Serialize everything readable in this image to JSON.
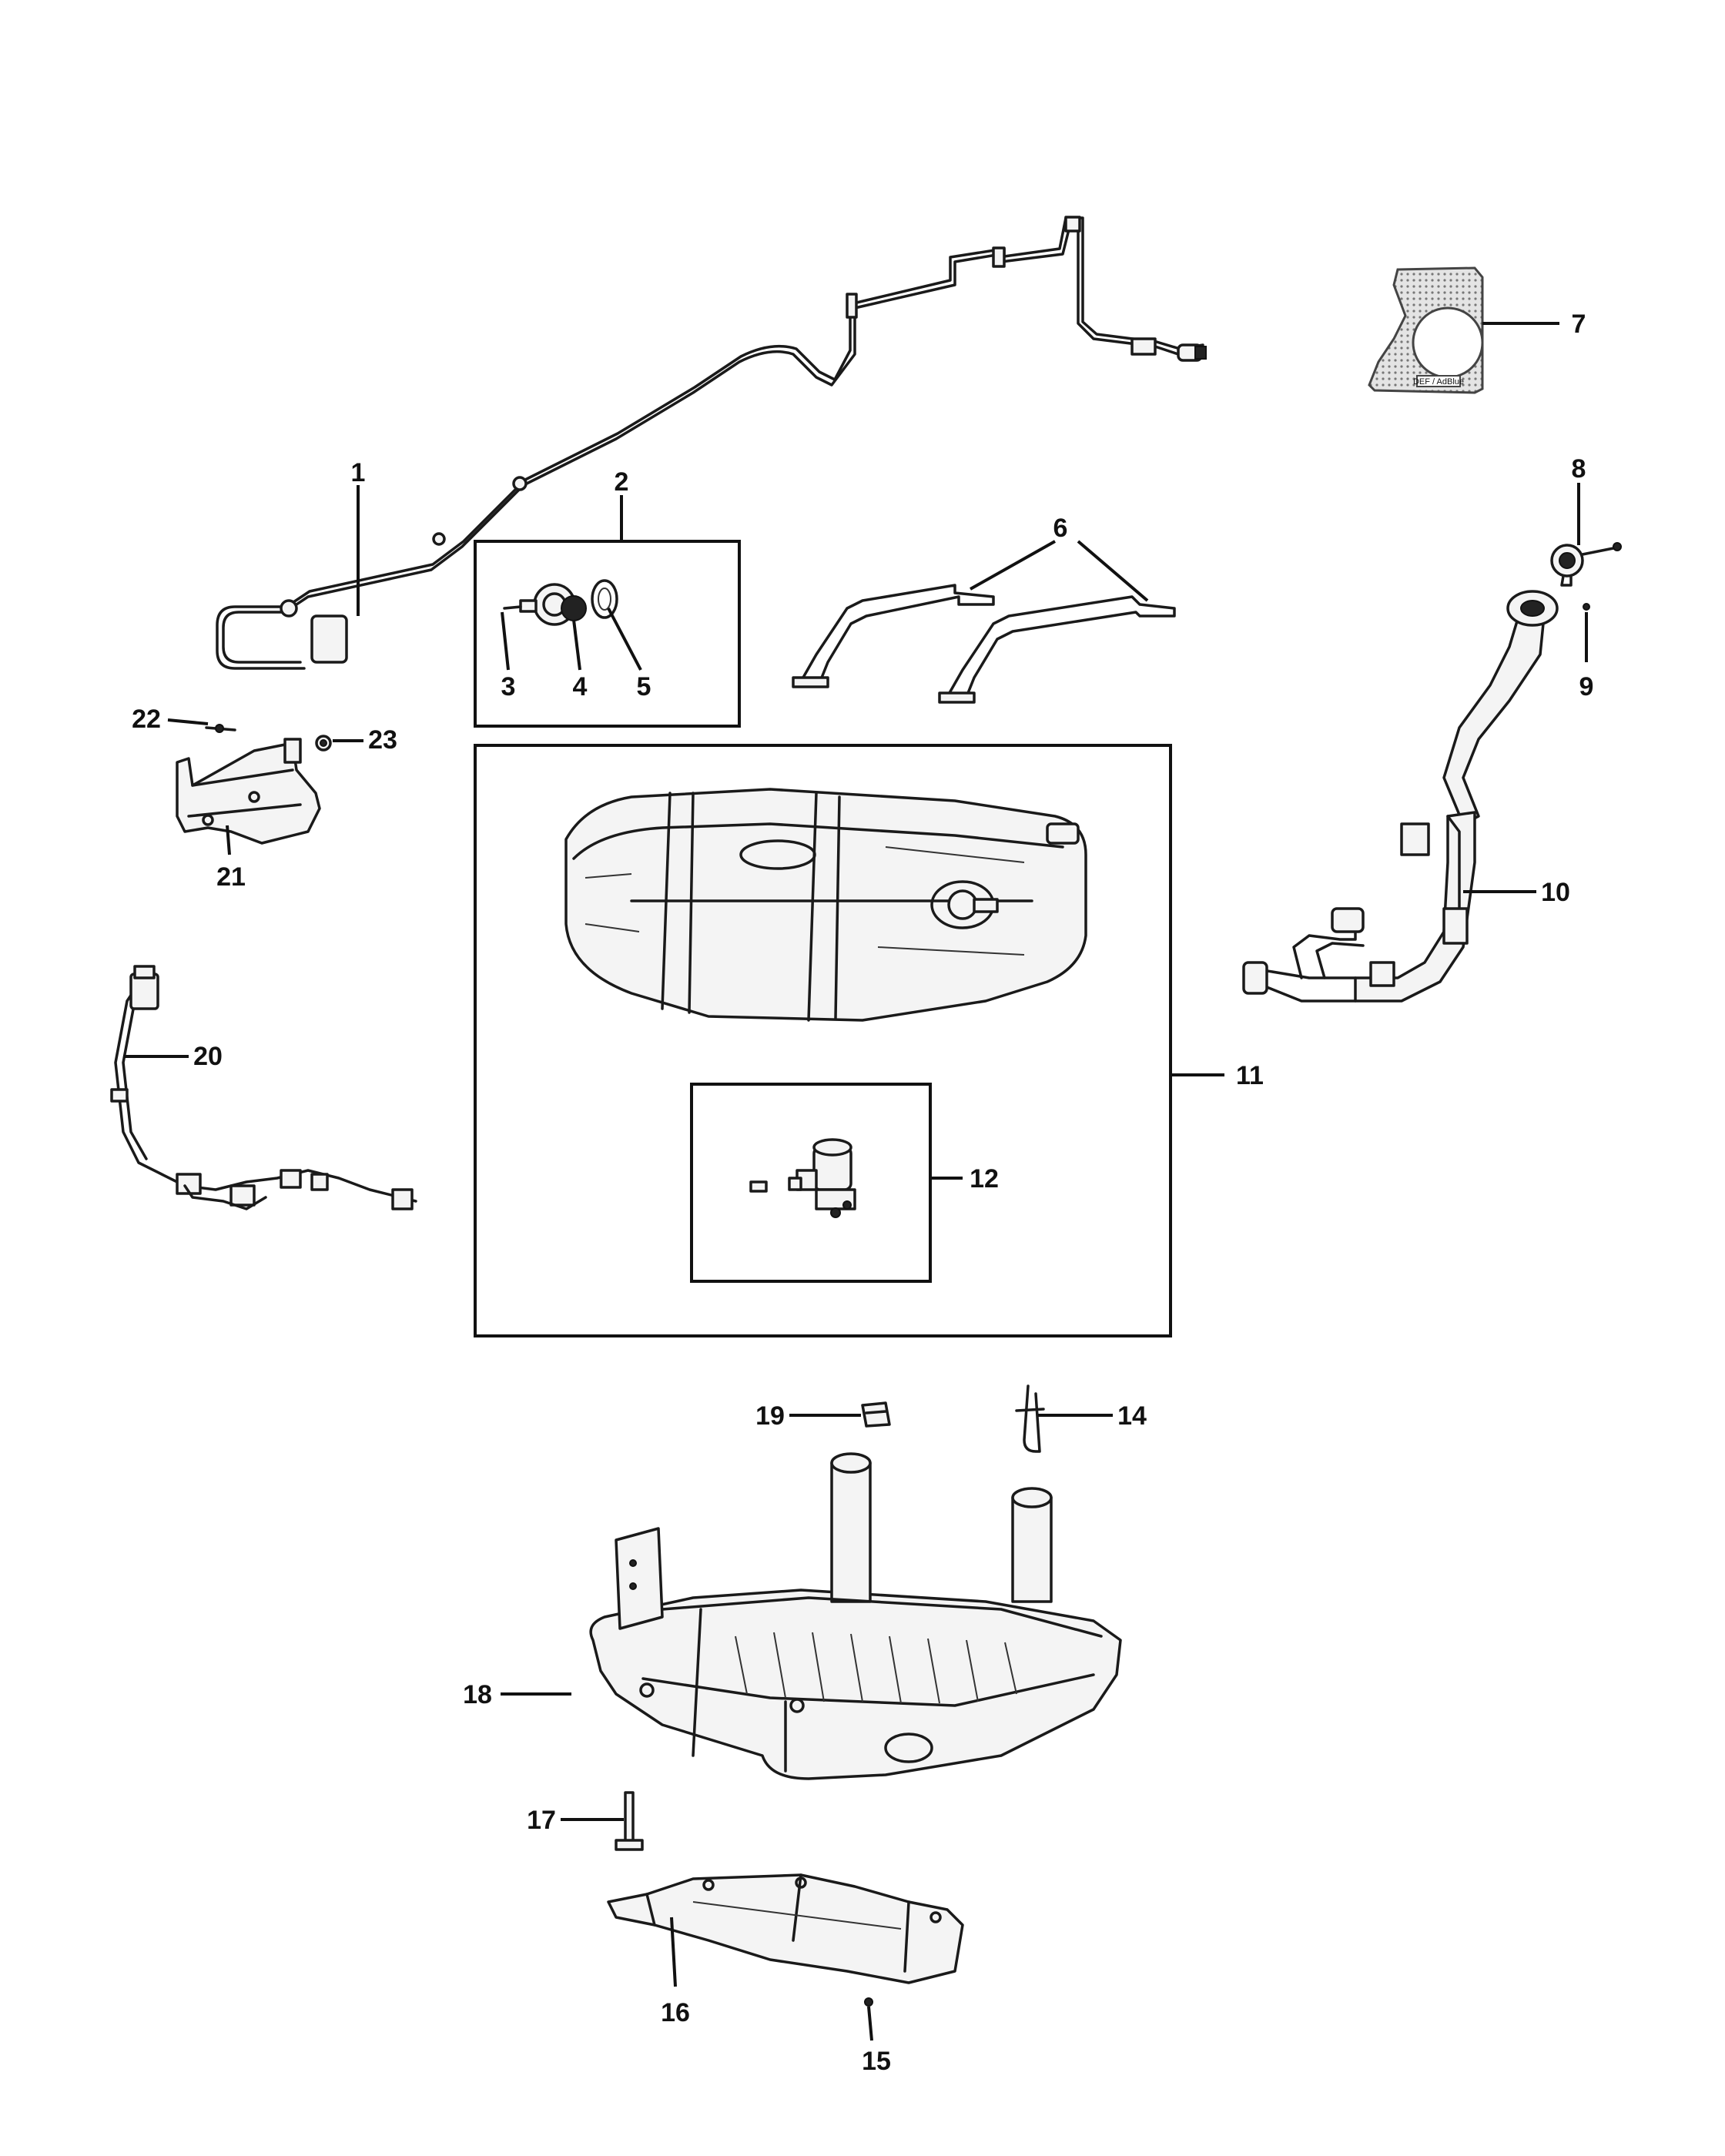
{
  "callouts": {
    "c1": "1",
    "c2": "2",
    "c3": "3",
    "c4": "4",
    "c5": "5",
    "c6": "6",
    "c7": "7",
    "c8": "8",
    "c9": "9",
    "c10": "10",
    "c11": "11",
    "c12": "12",
    "c14": "14",
    "c15": "15",
    "c16": "16",
    "c17": "17",
    "c18": "18",
    "c19": "19",
    "c20": "20",
    "c21": "21",
    "c22": "22",
    "c23": "23"
  },
  "shield_text": "DEF / AdBlue"
}
